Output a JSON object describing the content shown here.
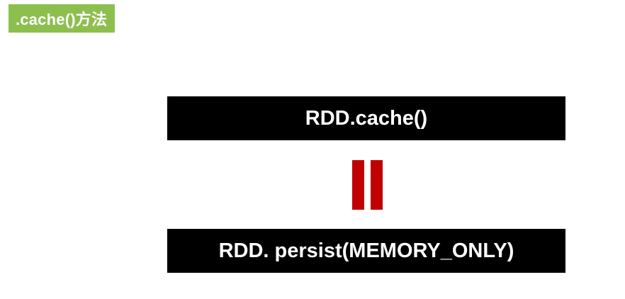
{
  "slide": {
    "title": ".cache()方法",
    "title_bg_color": "#8dbf4e",
    "top_box_text": "RDD.cache()",
    "bottom_box_text": "RDD. persist(MEMORY_ONLY)",
    "box_color": "#000000",
    "equals_icon": "equals-icon",
    "equals_color": "#c00000"
  }
}
